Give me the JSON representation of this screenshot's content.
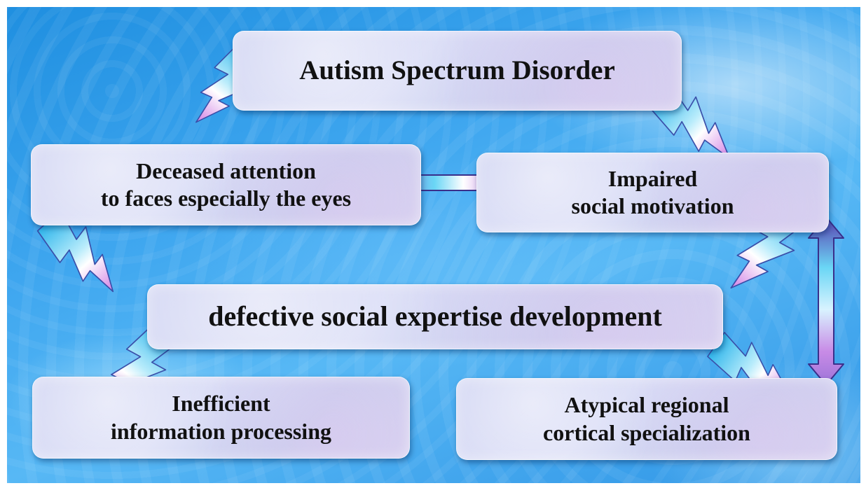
{
  "diagram": {
    "nodes": {
      "asd": {
        "lines": [
          "Autism Spectrum Disorder"
        ]
      },
      "attention": {
        "lines": [
          "Deceased attention",
          "to faces especially the eyes"
        ]
      },
      "motivation": {
        "lines": [
          "Impaired",
          "social motivation"
        ]
      },
      "expertise": {
        "lines": [
          "defective social expertise development"
        ]
      },
      "processing": {
        "lines": [
          "Inefficient",
          "information processing"
        ]
      },
      "cortical": {
        "lines": [
          "Atypical regional",
          "cortical specialization"
        ]
      }
    },
    "connectors": [
      {
        "from": "asd",
        "to": "attention",
        "style": "lightning-bolt"
      },
      {
        "from": "asd",
        "to": "motivation",
        "style": "lightning-bolt"
      },
      {
        "from": "attention",
        "to": "expertise",
        "style": "lightning-bolt"
      },
      {
        "from": "motivation",
        "to": "expertise",
        "style": "lightning-bolt"
      },
      {
        "from": "expertise",
        "to": "processing",
        "style": "lightning-bolt"
      },
      {
        "from": "expertise",
        "to": "cortical",
        "style": "lightning-bolt"
      },
      {
        "from": "attention",
        "to": "motivation",
        "style": "double-arrow"
      },
      {
        "from": "motivation",
        "to": "cortical",
        "style": "double-arrow"
      }
    ],
    "colors": {
      "background": "#3ea6ef",
      "box_fill": "#d3d6f3",
      "text": "#111111",
      "bolt_cyan": "#35c6ee",
      "bolt_pink": "#d991e6",
      "arrow_violet": "#8a6fd6"
    }
  }
}
